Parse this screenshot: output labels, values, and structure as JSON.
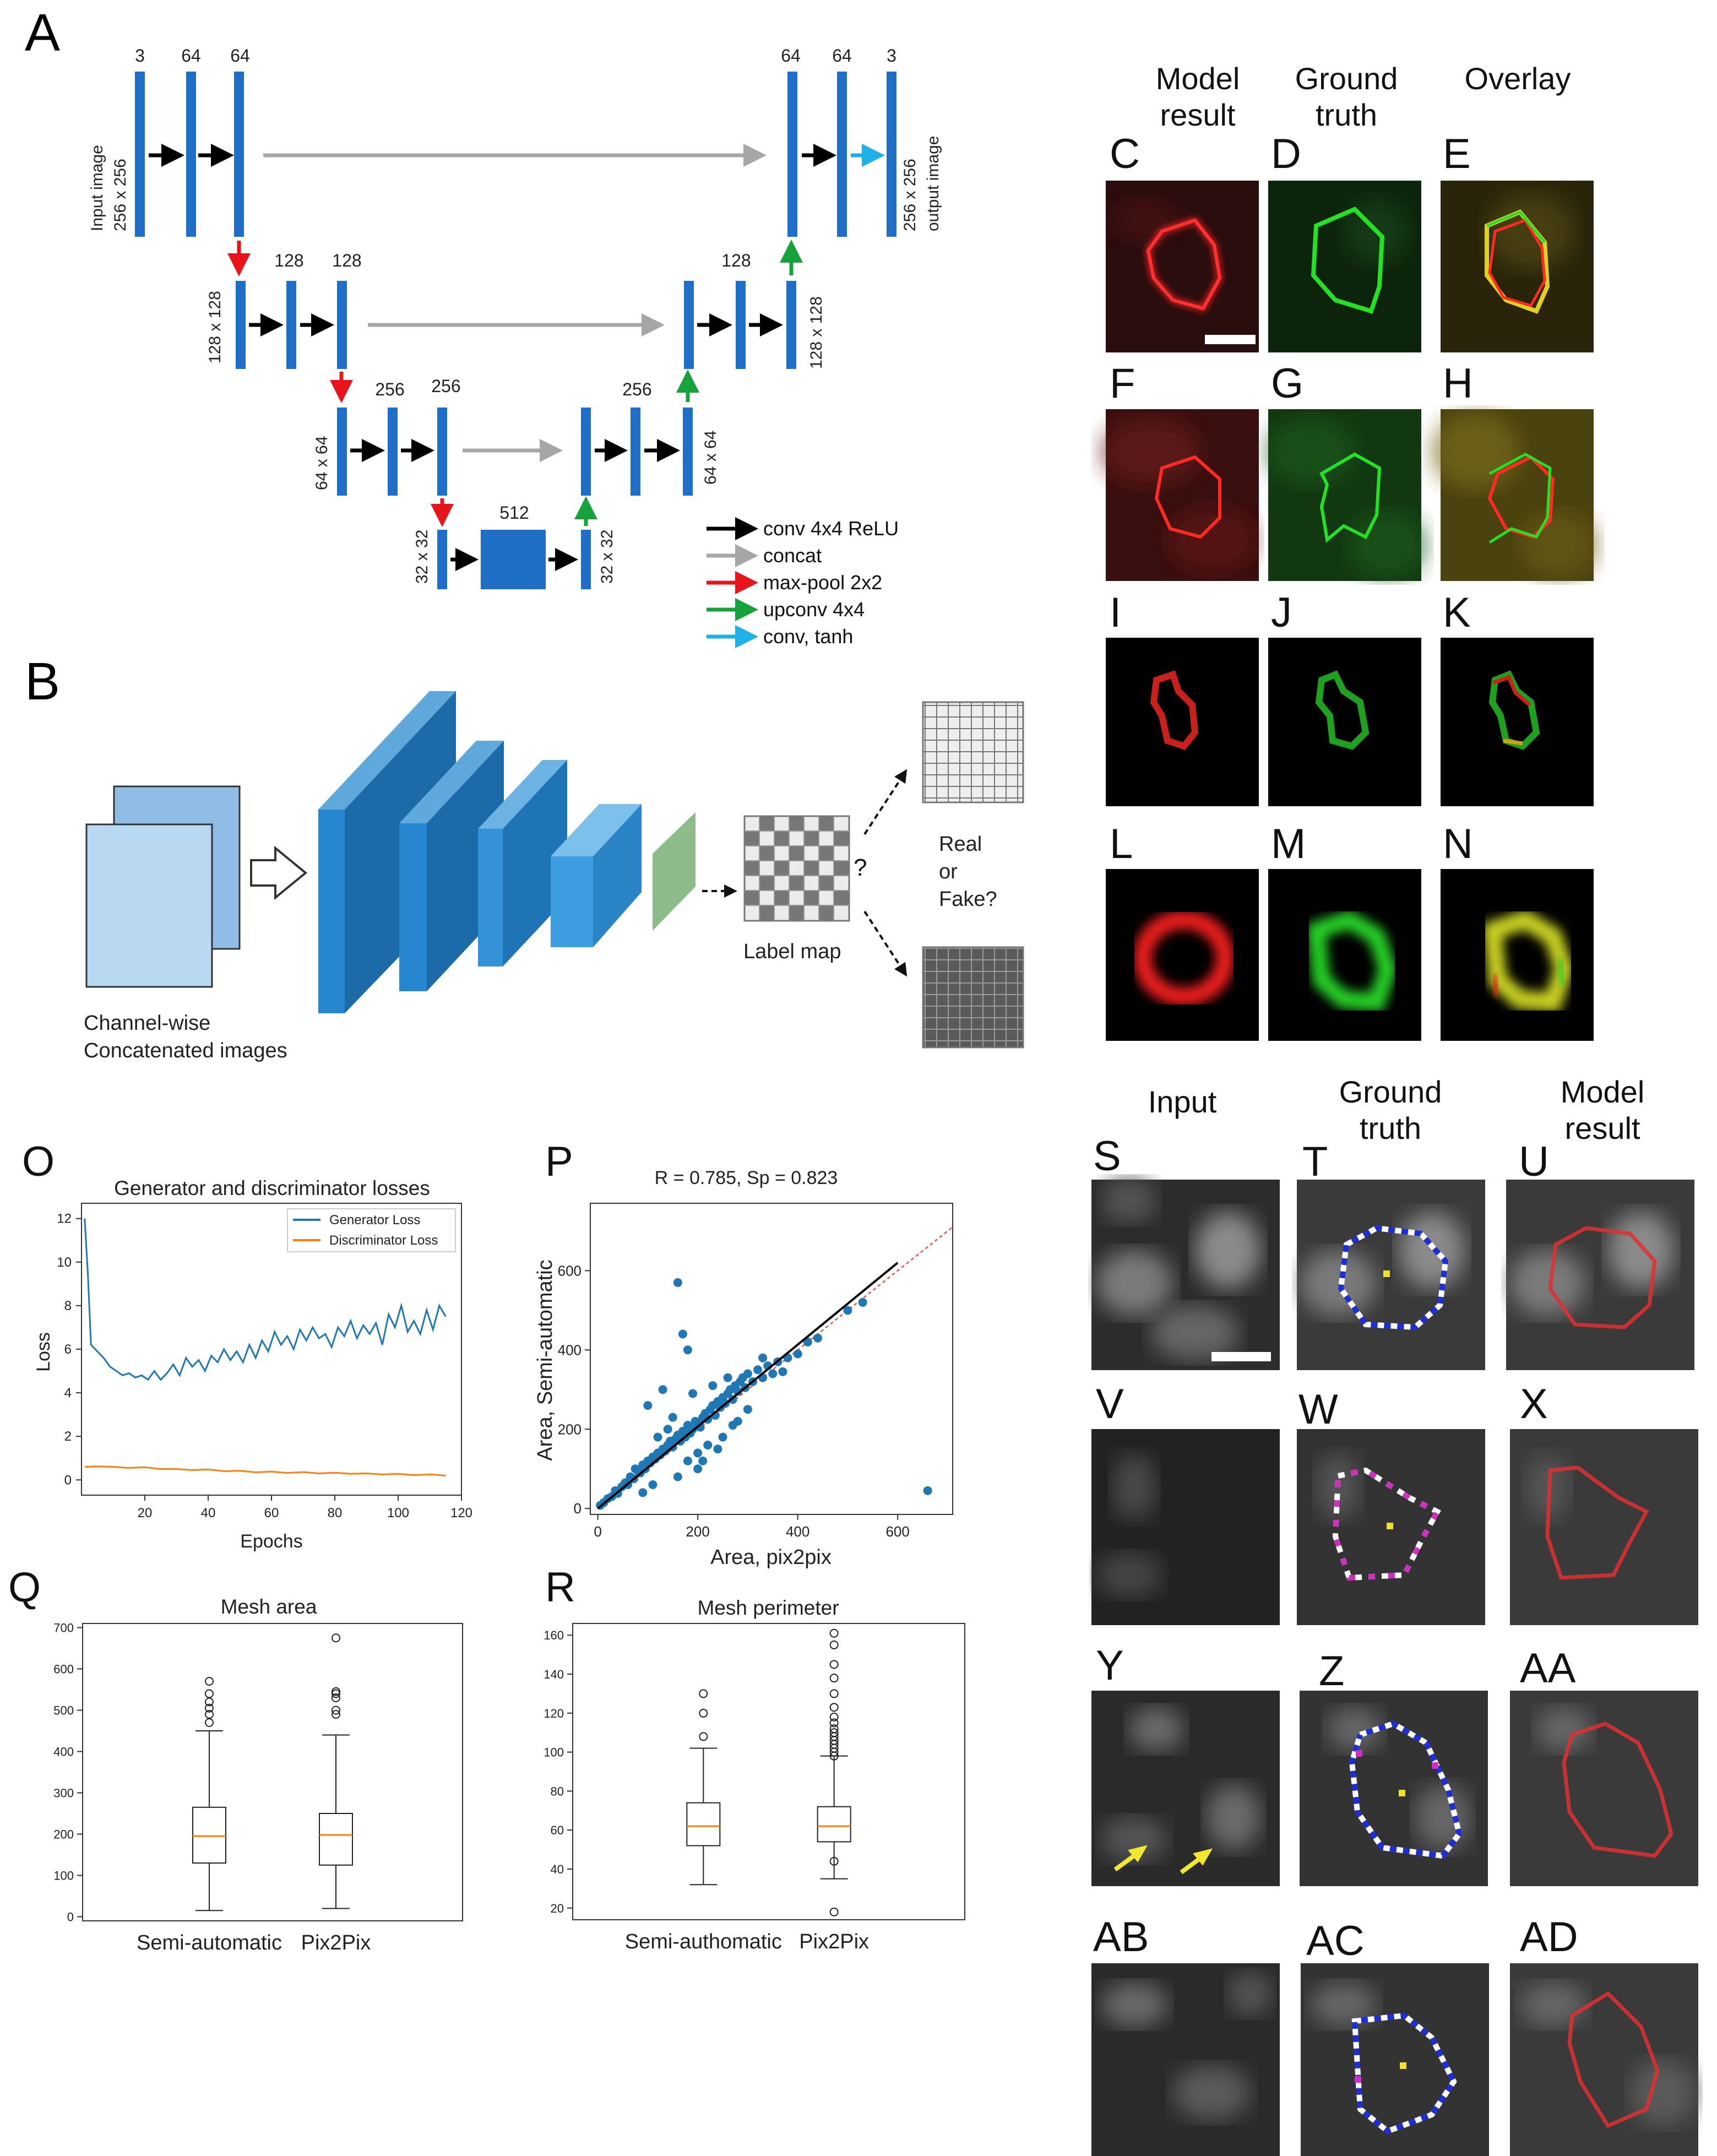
{
  "panel_letters": {
    "A": "A",
    "B": "B",
    "C": "C",
    "D": "D",
    "E": "E",
    "F": "F",
    "G": "G",
    "H": "H",
    "I": "I",
    "J": "J",
    "K": "K",
    "L": "L",
    "M": "M",
    "N": "N",
    "O": "O",
    "P": "P",
    "Q": "Q",
    "R": "R",
    "S": "S",
    "T": "T",
    "U": "U",
    "V": "V",
    "W": "W",
    "X": "X",
    "Y": "Y",
    "Z": "Z",
    "AA": "AA",
    "AB": "AB",
    "AC": "AC",
    "AD": "AD"
  },
  "unet": {
    "channels": {
      "c3a": "3",
      "c64a": "64",
      "c64b": "64",
      "c64c": "64",
      "c64d": "64",
      "c3b": "3",
      "c128a": "128",
      "c128b": "128",
      "c128c": "128",
      "c256a": "256",
      "c256b": "256",
      "c256c": "256",
      "c512": "512"
    },
    "input_label_1": "Input image",
    "input_label_2": "256 x 256",
    "output_label_1": "256 x 256",
    "output_label_2": "output image",
    "size_128_left": "128 x 128",
    "size_128_right": "128 x 128",
    "size_64_left": "64 x 64",
    "size_64_right": "64 x 64",
    "size_32_left": "32 x 32",
    "size_32_right": "32 x 32",
    "legend": [
      {
        "label": "conv 4x4 ReLU",
        "color": "#000000"
      },
      {
        "label": "concat",
        "color": "#a6a6a6"
      },
      {
        "label": "max-pool 2x2",
        "color": "#e8141b"
      },
      {
        "label": "upconv 4x4",
        "color": "#16a33c"
      },
      {
        "label": "conv, tanh",
        "color": "#1fb0e8"
      }
    ]
  },
  "gan": {
    "input_caption_1": "Channel-wise",
    "input_caption_2": "Concatenated images",
    "label_map": "Label map",
    "question": "?",
    "real": "Real",
    "or": "or",
    "fake": "Fake?"
  },
  "overlay_grid": {
    "col_model_1": "Model",
    "col_model_2": "result",
    "col_truth_1": "Ground",
    "col_truth_2": "truth",
    "col_overlay": "Overlay"
  },
  "input_grid": {
    "col_input": "Input",
    "col_truth_1": "Ground",
    "col_truth_2": "truth",
    "col_model_1": "Model",
    "col_model_2": "result"
  },
  "chart_data": [
    {
      "id": "O",
      "type": "line",
      "title": "Generator and discriminator losses",
      "xlabel": "Epochs",
      "ylabel": "Loss",
      "xlim": [
        0,
        120
      ],
      "ylim": [
        -0.7,
        12.7
      ],
      "xticks": [
        "20",
        "40",
        "60",
        "80",
        "100",
        "120"
      ],
      "yticks": [
        "0",
        "2",
        "4",
        "6",
        "8",
        "10",
        "12"
      ],
      "legend_position": "top-right",
      "series": [
        {
          "name": "Generator Loss",
          "color": "#1f77b4",
          "x": [
            1,
            2,
            3,
            5,
            7,
            9,
            11,
            13,
            15,
            17,
            19,
            21,
            23,
            25,
            27,
            29,
            31,
            33,
            35,
            37,
            39,
            41,
            43,
            45,
            47,
            49,
            51,
            53,
            55,
            57,
            59,
            61,
            63,
            65,
            67,
            69,
            71,
            73,
            75,
            77,
            79,
            81,
            83,
            85,
            87,
            89,
            91,
            93,
            95,
            97,
            99,
            101,
            103,
            105,
            107,
            109,
            111,
            113,
            115
          ],
          "y": [
            12.0,
            9.5,
            6.2,
            5.9,
            5.6,
            5.2,
            5.0,
            4.8,
            4.9,
            4.7,
            4.8,
            4.6,
            5.0,
            4.6,
            4.9,
            5.3,
            4.8,
            5.6,
            5.2,
            5.5,
            5.0,
            5.7,
            5.4,
            6.0,
            5.5,
            5.9,
            5.4,
            6.2,
            5.6,
            6.4,
            5.9,
            6.8,
            6.2,
            6.6,
            6.0,
            6.9,
            6.4,
            7.0,
            6.5,
            6.7,
            6.1,
            7.0,
            6.6,
            7.3,
            6.5,
            7.1,
            6.7,
            7.2,
            6.2,
            7.6,
            7.0,
            8.0,
            6.8,
            7.3,
            6.7,
            7.8,
            6.9,
            8.0,
            7.5
          ]
        },
        {
          "name": "Discriminator Loss",
          "color": "#ff7f0e",
          "x": [
            1,
            5,
            10,
            15,
            20,
            25,
            30,
            35,
            40,
            45,
            50,
            55,
            60,
            65,
            70,
            75,
            80,
            85,
            90,
            95,
            100,
            105,
            110,
            115
          ],
          "y": [
            0.6,
            0.62,
            0.6,
            0.55,
            0.58,
            0.5,
            0.5,
            0.45,
            0.48,
            0.4,
            0.42,
            0.35,
            0.38,
            0.32,
            0.36,
            0.3,
            0.33,
            0.28,
            0.3,
            0.25,
            0.28,
            0.22,
            0.25,
            0.2
          ]
        }
      ]
    },
    {
      "id": "P",
      "type": "scatter",
      "title": "R = 0.785, Sp = 0.823",
      "xlabel": "Area, pix2pix",
      "ylabel": "Area, Semi-automatic",
      "xlim": [
        -15,
        710
      ],
      "ylim": [
        -15,
        770
      ],
      "xticks": [
        "0",
        "200",
        "400",
        "600"
      ],
      "yticks": [
        "0",
        "200",
        "400",
        "600"
      ],
      "fit_line": {
        "x": [
          0,
          600
        ],
        "y": [
          0,
          620
        ],
        "color": "#000000"
      },
      "identity_line": {
        "x": [
          0,
          710
        ],
        "y": [
          0,
          710
        ],
        "color": "#e8544e"
      },
      "points": {
        "x": [
          5,
          12,
          20,
          28,
          35,
          40,
          48,
          55,
          60,
          65,
          72,
          80,
          85,
          90,
          95,
          100,
          105,
          110,
          115,
          120,
          125,
          130,
          135,
          140,
          145,
          150,
          155,
          160,
          165,
          170,
          175,
          180,
          185,
          190,
          195,
          200,
          205,
          210,
          215,
          220,
          225,
          230,
          235,
          240,
          245,
          250,
          255,
          260,
          265,
          270,
          275,
          280,
          285,
          290,
          295,
          300,
          310,
          320,
          330,
          340,
          350,
          360,
          370,
          380,
          400,
          420,
          440,
          500,
          530,
          100,
          130,
          160,
          170,
          180,
          140,
          110,
          200,
          220,
          250,
          280,
          300,
          120,
          150,
          190,
          230,
          260,
          210,
          240,
          270,
          330,
          90,
          75,
          160,
          180,
          200,
          660
        ],
        "y": [
          8,
          15,
          25,
          30,
          45,
          38,
          55,
          65,
          60,
          80,
          75,
          95,
          90,
          110,
          100,
          120,
          115,
          130,
          125,
          140,
          135,
          150,
          145,
          160,
          170,
          155,
          175,
          185,
          170,
          195,
          180,
          210,
          190,
          200,
          220,
          215,
          205,
          230,
          240,
          225,
          250,
          260,
          235,
          270,
          255,
          280,
          265,
          290,
          300,
          275,
          310,
          295,
          320,
          330,
          305,
          340,
          320,
          350,
          330,
          360,
          340,
          370,
          345,
          380,
          390,
          420,
          430,
          500,
          520,
          260,
          300,
          570,
          440,
          400,
          200,
          60,
          140,
          160,
          180,
          220,
          250,
          180,
          230,
          290,
          310,
          330,
          120,
          150,
          210,
          380,
          40,
          100,
          80,
          120,
          100,
          45
        ]
      }
    },
    {
      "id": "Q",
      "type": "box",
      "title": "Mesh area",
      "categories": [
        "Semi-automatic",
        "Pix2Pix"
      ],
      "ylim": [
        -10,
        710
      ],
      "yticks": [
        "0",
        "100",
        "200",
        "300",
        "400",
        "500",
        "600",
        "700"
      ],
      "boxes": [
        {
          "whisker_low": 15,
          "q1": 130,
          "median": 195,
          "q3": 265,
          "whisker_high": 450,
          "outliers": [
            470,
            490,
            505,
            520,
            540,
            570
          ]
        },
        {
          "whisker_low": 20,
          "q1": 125,
          "median": 198,
          "q3": 250,
          "whisker_high": 440,
          "outliers": [
            490,
            500,
            530,
            540,
            545,
            675
          ]
        }
      ]
    },
    {
      "id": "R",
      "type": "box",
      "title": "Mesh perimeter",
      "categories": [
        "Semi-authomatic",
        "Pix2Pix"
      ],
      "ylim": [
        14,
        166
      ],
      "yticks": [
        "20",
        "40",
        "60",
        "80",
        "100",
        "120",
        "140",
        "160"
      ],
      "boxes": [
        {
          "whisker_low": 32,
          "q1": 52,
          "median": 62,
          "q3": 74,
          "whisker_high": 102,
          "outliers": [
            108,
            120,
            130
          ]
        },
        {
          "whisker_low": 35,
          "q1": 54,
          "median": 62,
          "q3": 72,
          "whisker_high": 98,
          "outliers": [
            18,
            44,
            98,
            100,
            102,
            104,
            106,
            108,
            110,
            112,
            115,
            118,
            123,
            130,
            138,
            145,
            155,
            161
          ]
        }
      ]
    }
  ]
}
